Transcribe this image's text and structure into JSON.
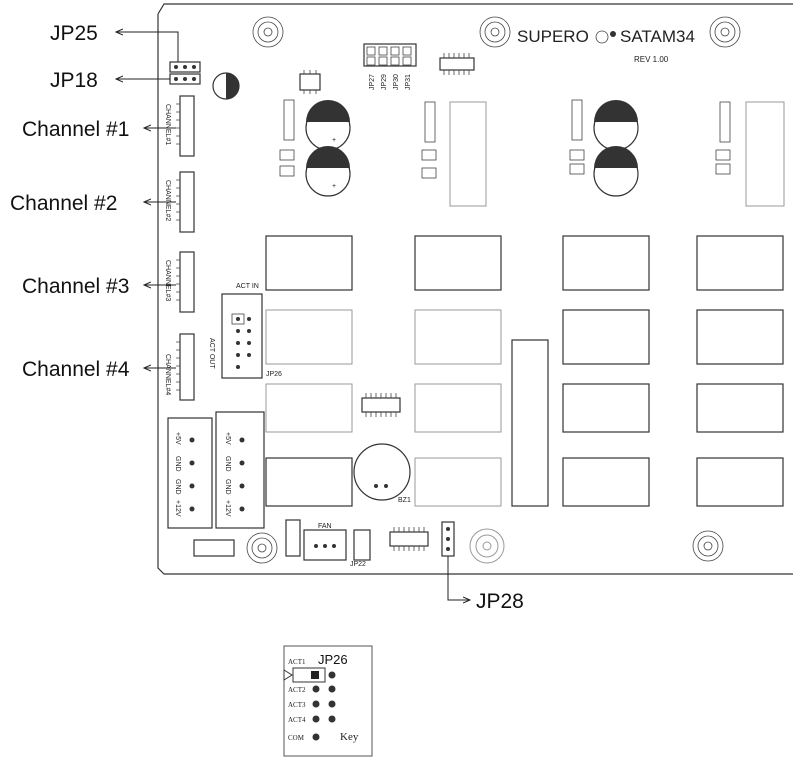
{
  "callouts": {
    "jp25": "JP25",
    "jp18": "JP18",
    "channel1": "Channel #1",
    "channel2": "Channel #2",
    "channel3": "Channel #3",
    "channel4": "Channel #4",
    "jp28": "JP28"
  },
  "board": {
    "brand": "SUPERO",
    "model": "SATAM34",
    "revision": "REV 1.00",
    "silkscreen": {
      "ch1": "CHANNEL#1",
      "ch2": "CHANNEL#2",
      "ch3": "CHANNEL#3",
      "ch4": "CHANNEL#4",
      "act_in": "ACT IN",
      "act_out": "ACT OUT",
      "jp26": "JP26",
      "fan": "FAN",
      "jp22": "JP22",
      "bz1": "BZ1",
      "jp27": "JP27",
      "jp29": "JP29",
      "jp30": "JP30",
      "jp31": "JP31",
      "pwr1": [
        "+5V",
        "GND",
        "GND",
        "+12V"
      ],
      "pwr2": [
        "+5V",
        "GND",
        "GND",
        "+12V"
      ]
    }
  },
  "key": {
    "title": "JP26",
    "rows": [
      "ACT1",
      "ACT2",
      "ACT3",
      "ACT4",
      "COM"
    ],
    "key_label": "Key"
  }
}
